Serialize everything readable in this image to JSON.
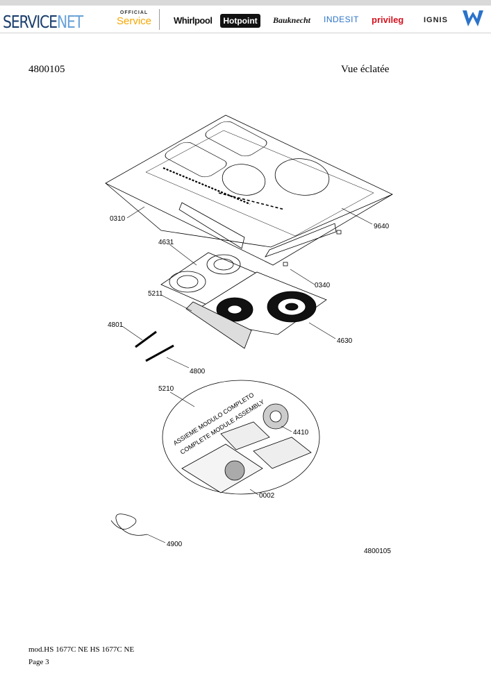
{
  "header": {
    "servicenet_a": "SERVICE",
    "servicenet_b": "NET",
    "official_top": "OFFICIAL",
    "official_bottom": "Service",
    "brands": [
      "Whirlpool",
      "Hotpoint",
      "Bauknecht",
      "INDESIT",
      "privileg",
      "IGNIS"
    ]
  },
  "doc": {
    "code": "4800105",
    "view_title": "Vue éclatée",
    "footer_model": "mod.HS 1677C NE HS 1677C NE",
    "footer_page": "Page 3"
  },
  "diagram": {
    "labels": [
      "0310",
      "9640",
      "4631",
      "0340",
      "5211",
      "4801",
      "4630",
      "4800",
      "5210",
      "4410",
      "0002",
      "4900",
      "4800105"
    ],
    "assembly_line1": "ASSIEME MODULO COMPLETO",
    "assembly_line2": "COMPLETE MODULE ASSEMBLY"
  },
  "colors": {
    "servicenet_dark": "#1c3f6e",
    "servicenet_light": "#6aa3d8",
    "official": "#f7a600",
    "indesit": "#2b73c9",
    "privileg": "#d4121f",
    "w_logo": "#2b73c9"
  }
}
